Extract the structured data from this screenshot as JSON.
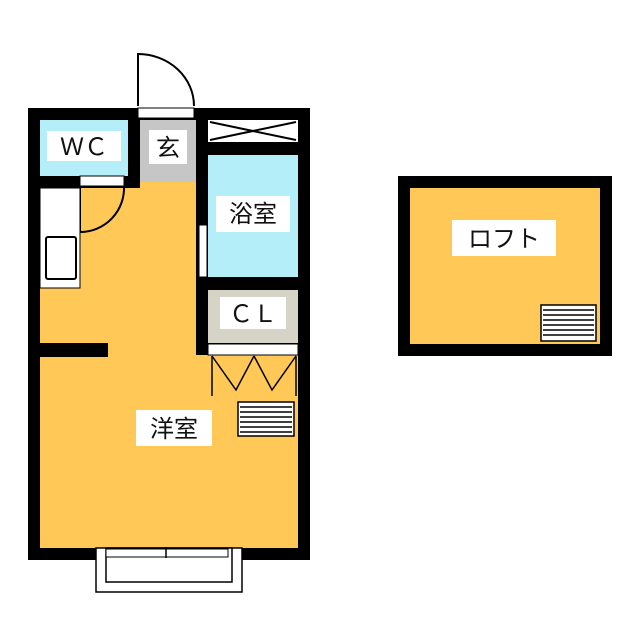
{
  "floorplan": {
    "rooms": {
      "wc": "ＷＣ",
      "entrance": "玄",
      "bath": "浴室",
      "closet": "ＣＬ",
      "western_room": "洋室",
      "loft": "ロフト"
    },
    "colors": {
      "room_floor": "#FFC857",
      "wet_area": "#B4EEF9",
      "entrance": "#C6C6C6",
      "closet": "#D6D4C6",
      "wall": "#000000"
    }
  }
}
